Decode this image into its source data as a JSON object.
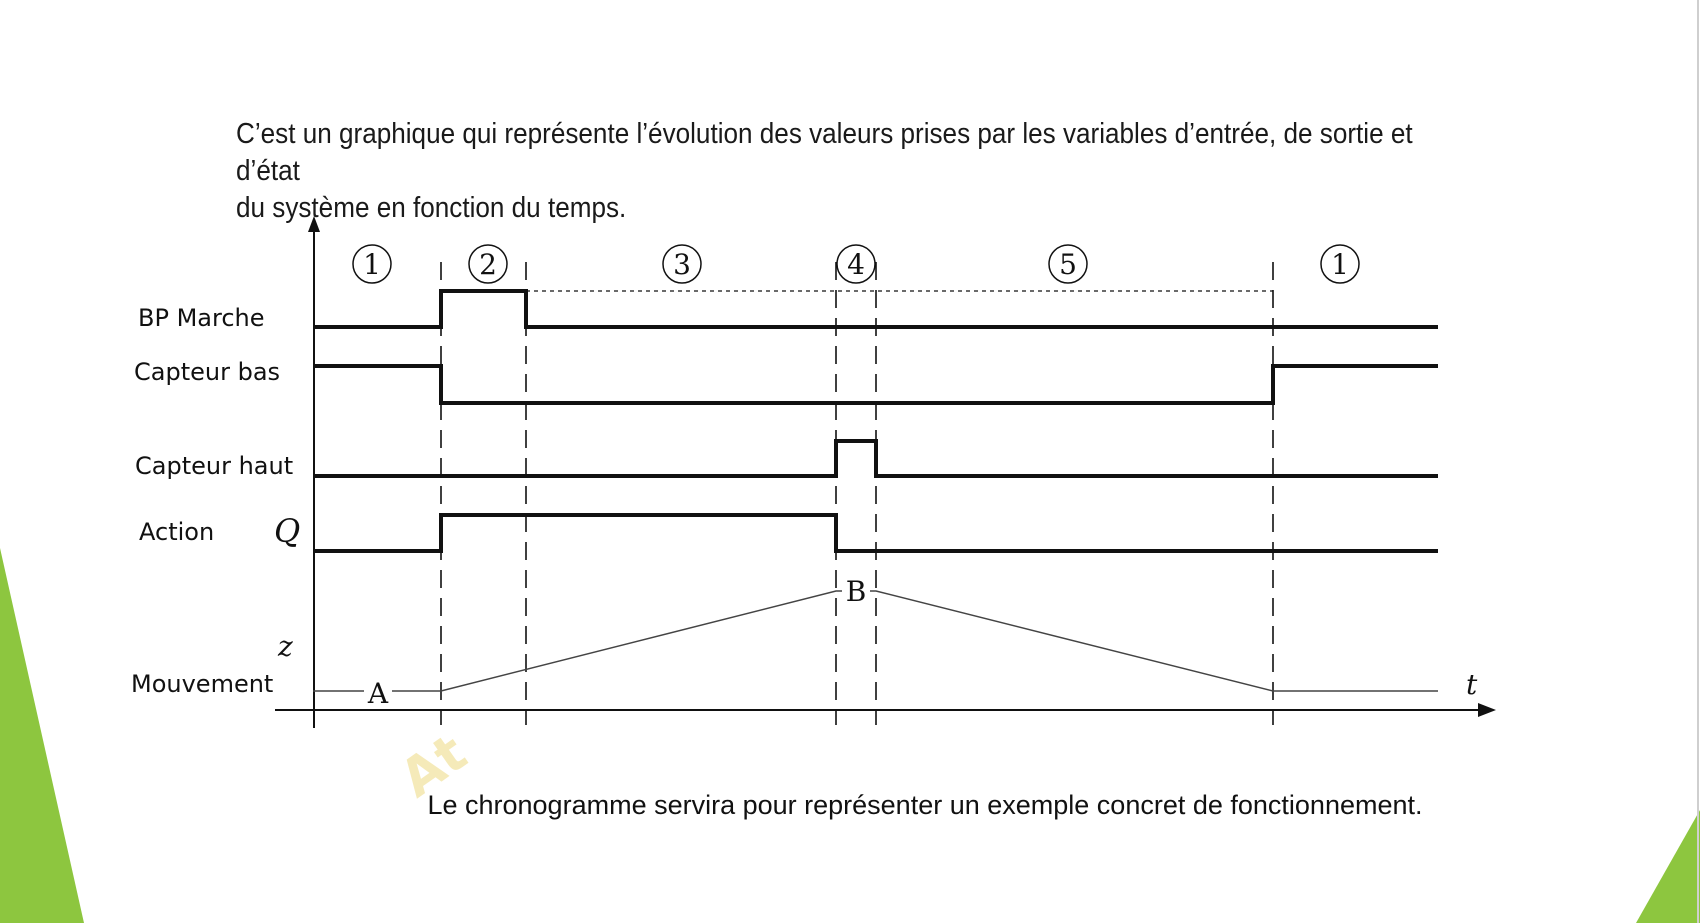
{
  "intro": {
    "line1": "C’est un graphique qui représente l’évolution des valeurs prises par les variables d’entrée, de sortie et d’état",
    "line2": "du système en fonction du temps."
  },
  "caption": "Le chronogramme servira pour représenter un exemple concret de fonctionnement.",
  "diagram": {
    "phases": [
      "1",
      "2",
      "3",
      "4",
      "5",
      "1"
    ],
    "signals": {
      "bp_marche": "BP Marche",
      "capteur_bas": "Capteur bas",
      "capteur_haut": "Capteur haut",
      "action": "Action",
      "action_var": "Q",
      "mouvement": "Mouvement",
      "mouvement_var": "z"
    },
    "points": {
      "a": "A",
      "b": "B"
    },
    "time_axis": "t"
  },
  "colors": {
    "accent": "#8dc63f",
    "text": "#1a1a1a",
    "watermark": "#f3e6a8"
  }
}
